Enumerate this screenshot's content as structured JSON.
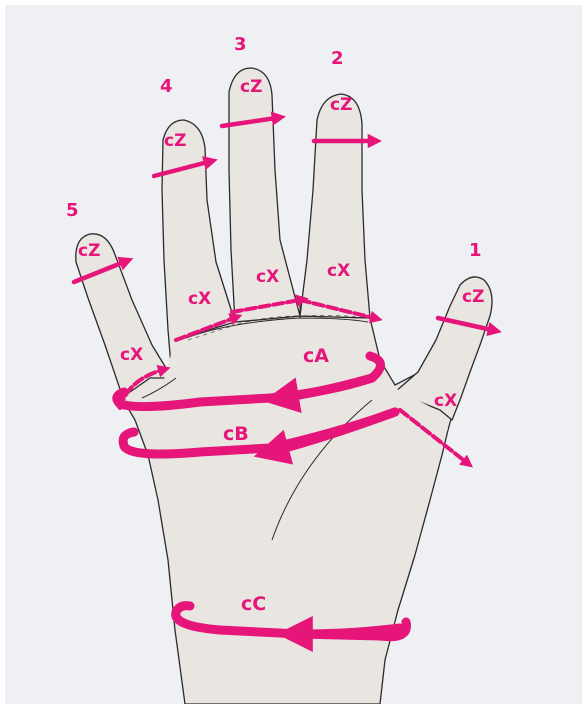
{
  "colors": {
    "background_panel": "#eff0f3",
    "skin": "#e9e5e1",
    "outline": "#2b2b2b",
    "marker": "#e5157a"
  },
  "finger_numbers": {
    "thumb": "1",
    "index": "2",
    "middle": "3",
    "ring": "4",
    "little": "5"
  },
  "labels": {
    "thumb_tip": "cZ",
    "index_tip": "cZ",
    "middle_tip": "cZ",
    "ring_tip": "cZ",
    "little_tip": "cZ",
    "little_base": "cX",
    "ring_base": "cX",
    "middle_base": "cX",
    "index_base": "cX",
    "thumb_base": "cX",
    "palm_a": "cA",
    "palm_b": "cB",
    "wrist": "cC"
  }
}
